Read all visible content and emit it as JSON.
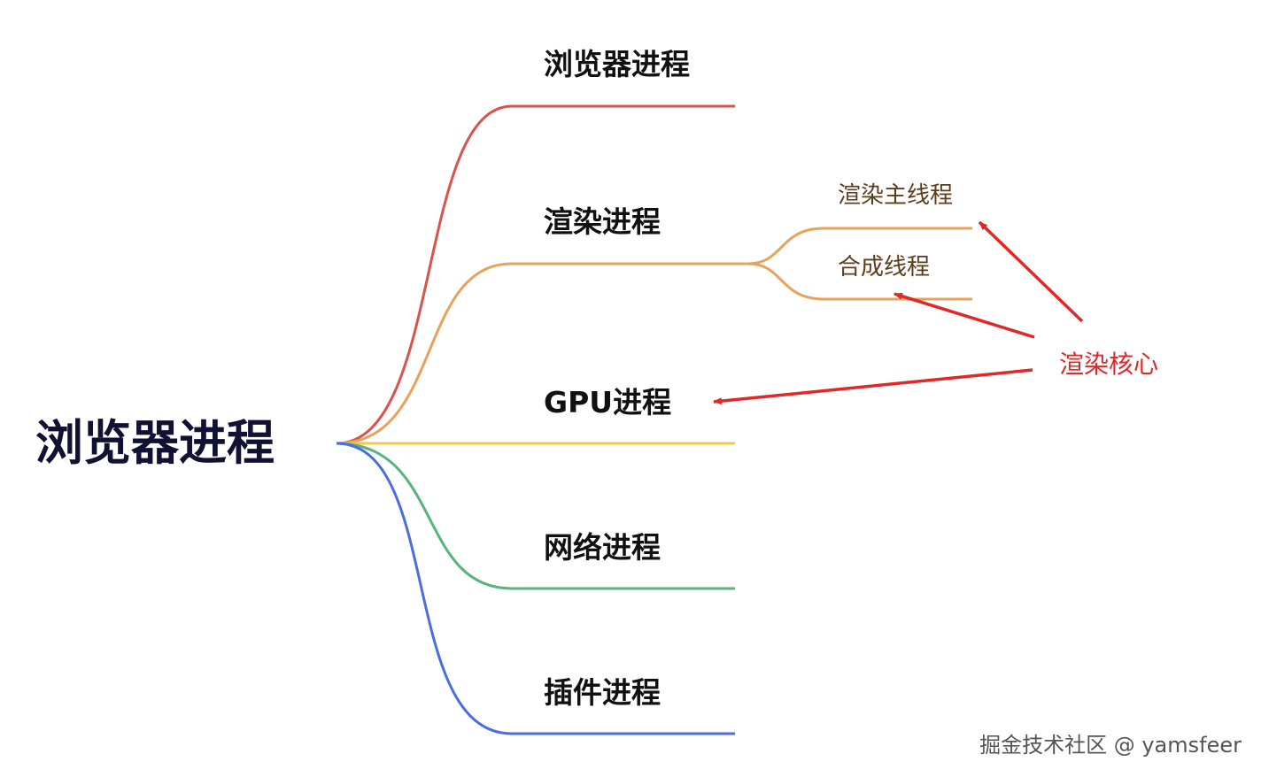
{
  "mindmap": {
    "root": {
      "label": "浏览器进程"
    },
    "branches": [
      {
        "key": "browser",
        "label": "浏览器进程",
        "color": "#d9534a"
      },
      {
        "key": "render",
        "label": "渲染进程",
        "color": "#e8a25c",
        "children": [
          {
            "label": "渲染主线程"
          },
          {
            "label": "合成线程"
          }
        ]
      },
      {
        "key": "gpu",
        "label": "GPU进程",
        "color": "#f2c94c"
      },
      {
        "key": "network",
        "label": "网络进程",
        "color": "#57b47a"
      },
      {
        "key": "plugin",
        "label": "插件进程",
        "color": "#4a6ee0"
      }
    ],
    "annotation": {
      "label": "渲染核心",
      "color": "#e02828",
      "points_to": [
        "渲染主线程",
        "合成线程",
        "GPU进程"
      ]
    }
  },
  "watermark": "掘金技术社区 @ yamsfeer"
}
